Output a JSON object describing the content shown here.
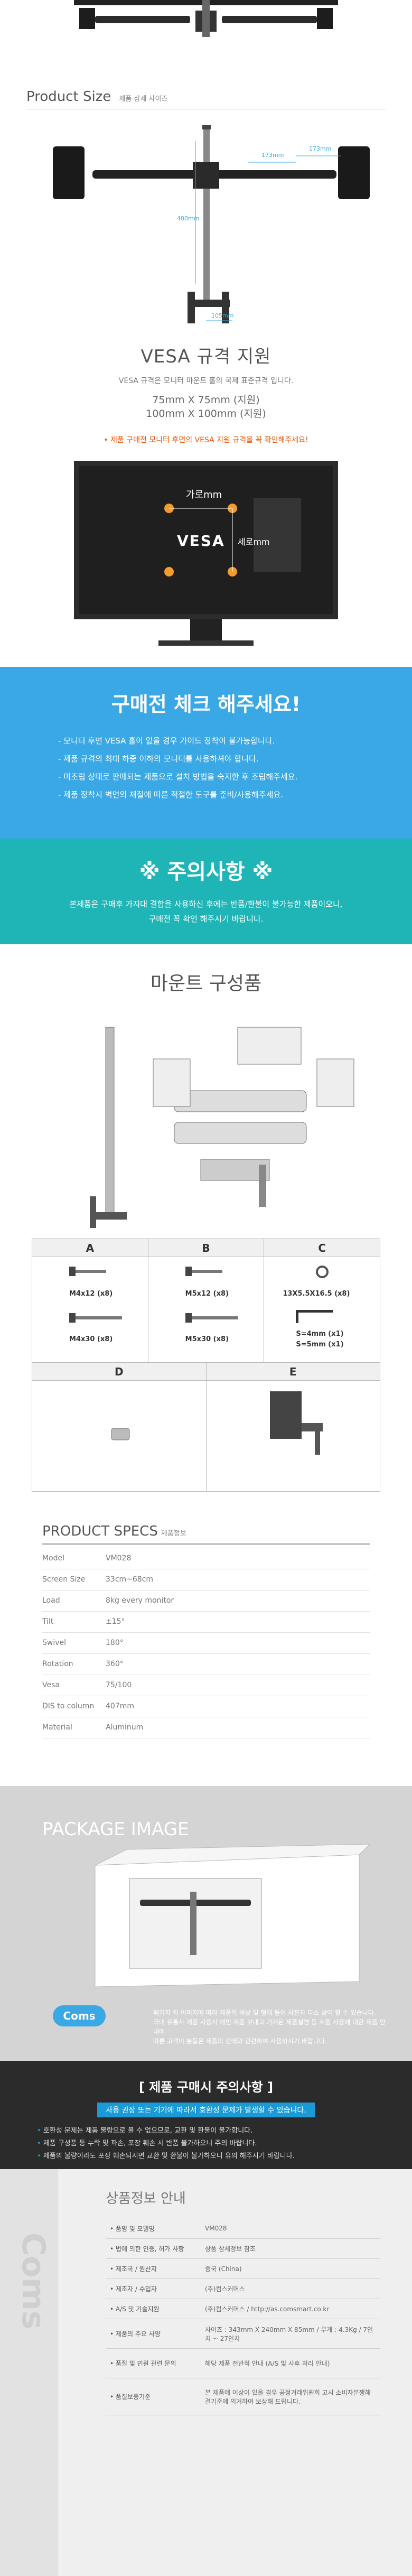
{
  "product_size": {
    "title": "Product Size",
    "subtitle": "제품 상세 사이즈",
    "dims": {
      "width1": "173mm",
      "width2": "173mm",
      "height": "400mm",
      "base": "105mm"
    }
  },
  "vesa": {
    "title": "VESA 규격 지원",
    "desc": "VESA 규격은 모니터 마운트 홀의 국제 표준규격 입니다.",
    "spec1": "75mm X 75mm (지원)",
    "spec2": "100mm X 100mm (지원)",
    "note": "• 제품 구매전 모니터 후면의 VESA 지원 규격을 꼭 확인해주세요!",
    "tv_brand": "VESA",
    "w_label": "가로mm",
    "h_label": "세로mm"
  },
  "check": {
    "title": "구매전 체크 해주세요!",
    "items": [
      "- 모니터 후면 VESA 홀이 없을 경우 가이드 장착이 불가능합니다.",
      "- 제품 규격의 최대 하중 이하의 모니터를 사용하셔야 합니다.",
      "- 미조립 상태로 판매되는 제품으로 설치 방법을 숙지한 후 조립해주세요.",
      "- 제품 장착시 벽면의 재질에 따른 적절한 도구를 준비/사용해주세요."
    ]
  },
  "caution": {
    "title": "※ 주의사항 ※",
    "line1": "본제품은 구매후 가지대 결합을 사용하신 후에는 반품/환불이 불가능한 제품이오니,",
    "line2": "구매전 꼭 확인 해주시기 바랍니다."
  },
  "mount": {
    "title": "마운트 구성품"
  },
  "parts": {
    "headers": [
      "A",
      "B",
      "C"
    ],
    "a_top": "M4x12 (x8)",
    "a_bottom": "M4x30 (x8)",
    "b_top": "M5x12 (x8)",
    "b_bottom": "M5x30 (x8)",
    "c_top": "13X5.5X16.5 (x8)",
    "c_l1": "S=4mm   (x1)",
    "c_l2": "S=5mm   (x1)",
    "headers2": [
      "D",
      "E"
    ]
  },
  "specs": {
    "title": "PRODUCT SPECS",
    "subtitle": "제품정보",
    "rows": [
      {
        "k": "Model",
        "v": "VM028"
      },
      {
        "k": "Screen Size",
        "v": "33cm~68cm"
      },
      {
        "k": "Load",
        "v": "8kg every monitor"
      },
      {
        "k": "Tilt",
        "v": "±15°"
      },
      {
        "k": "Swivel",
        "v": "180°"
      },
      {
        "k": "Rotation",
        "v": "360°"
      },
      {
        "k": "Vesa",
        "v": "75/100"
      },
      {
        "k": "DIS to column",
        "v": "407mm"
      },
      {
        "k": "Material",
        "v": "Aluminum"
      }
    ]
  },
  "package": {
    "title": "PACKAGE IMAGE",
    "brand": "Coms",
    "text1": "패키지 외 이미지에 따라 제품의 색상 및 형태 등이 사진과 다소 상이 할 수 있습니다.",
    "text2": "국내 유통사 제품 사용시 매번 제품 보내고 기재된 제품설명 등 제품 사용에 대한 제품 안내에",
    "text3": "따른 고객이 분들은 제품의 판매와 관련하여 사용하시기 바랍니다."
  },
  "notice": {
    "title": "[ 제품 구매시 주의사항 ]",
    "lead": "사용 권장 또는 기기에 따라서 호환성 문제가 발생할 수 있습니다.",
    "items": [
      "호환성 문제는 제품 불량으로 볼 수 없으므로, 교환 및 환불이 불가합니다.",
      "제품 구성품 등 누락 및 파손, 포장 훼손 시 반품 불가하오니 주의 바랍니다.",
      "제품의 불량이라도 포장 훼손되시면 교환 및 환불이 불가하오니 유의 해주시기 바랍니다."
    ]
  },
  "info": {
    "title": "상품정보 안내",
    "side_text": "Coms",
    "rows": [
      {
        "k": "• 품명 및 모델명",
        "v": "VM028"
      },
      {
        "k": "• 법에 의한 인증, 허가 사항",
        "v": "상품 상세정보 참조"
      },
      {
        "k": "• 제조국 / 원산지",
        "v": "중국 (China)"
      },
      {
        "k": "• 제조자 / 수입자",
        "v": "(주)컴스커머스"
      },
      {
        "k": "• A/S 및 기술지원",
        "v": "(주)컴스커머스 / http://as.comsmart.co.kr"
      },
      {
        "k": "• 제품의 주요 사양",
        "v": "사이즈 : 343mm X 240mm X 85mm / 무게 : 4.3Kg / 7인치 ~ 27인치"
      },
      {
        "k": "• 품질 및 민원 관련 문의",
        "v": "해당 제품 전반적 안내 (A/S 및 사후 처리 안내)"
      },
      {
        "k": "• 품질보증기준",
        "v": "본 제품에 이상이 있을 경우 공정거래위원회 고시 소비자분쟁해결기준에 의거하여 보상해 드립니다."
      }
    ]
  },
  "colors": {
    "check_bg": "#3aa8e5",
    "caution_bg": "#1fb5b7",
    "notice_bg": "#2b2b2b",
    "accent_orange": "#e95504",
    "vesa_dot": "#f39c2b"
  }
}
